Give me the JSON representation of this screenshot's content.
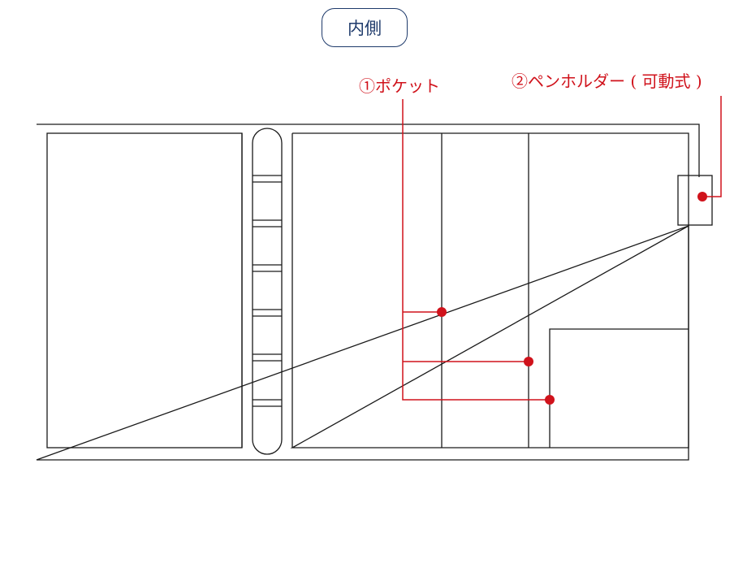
{
  "header": {
    "title": "内側"
  },
  "callouts": [
    {
      "id": "1",
      "label": "①ポケット"
    },
    {
      "id": "2",
      "label": "②ペンホルダー ( 可動式 )"
    }
  ],
  "colors": {
    "outline": "#1a1a1a",
    "title": "#1e3a6b",
    "callout": "#d0121b"
  }
}
